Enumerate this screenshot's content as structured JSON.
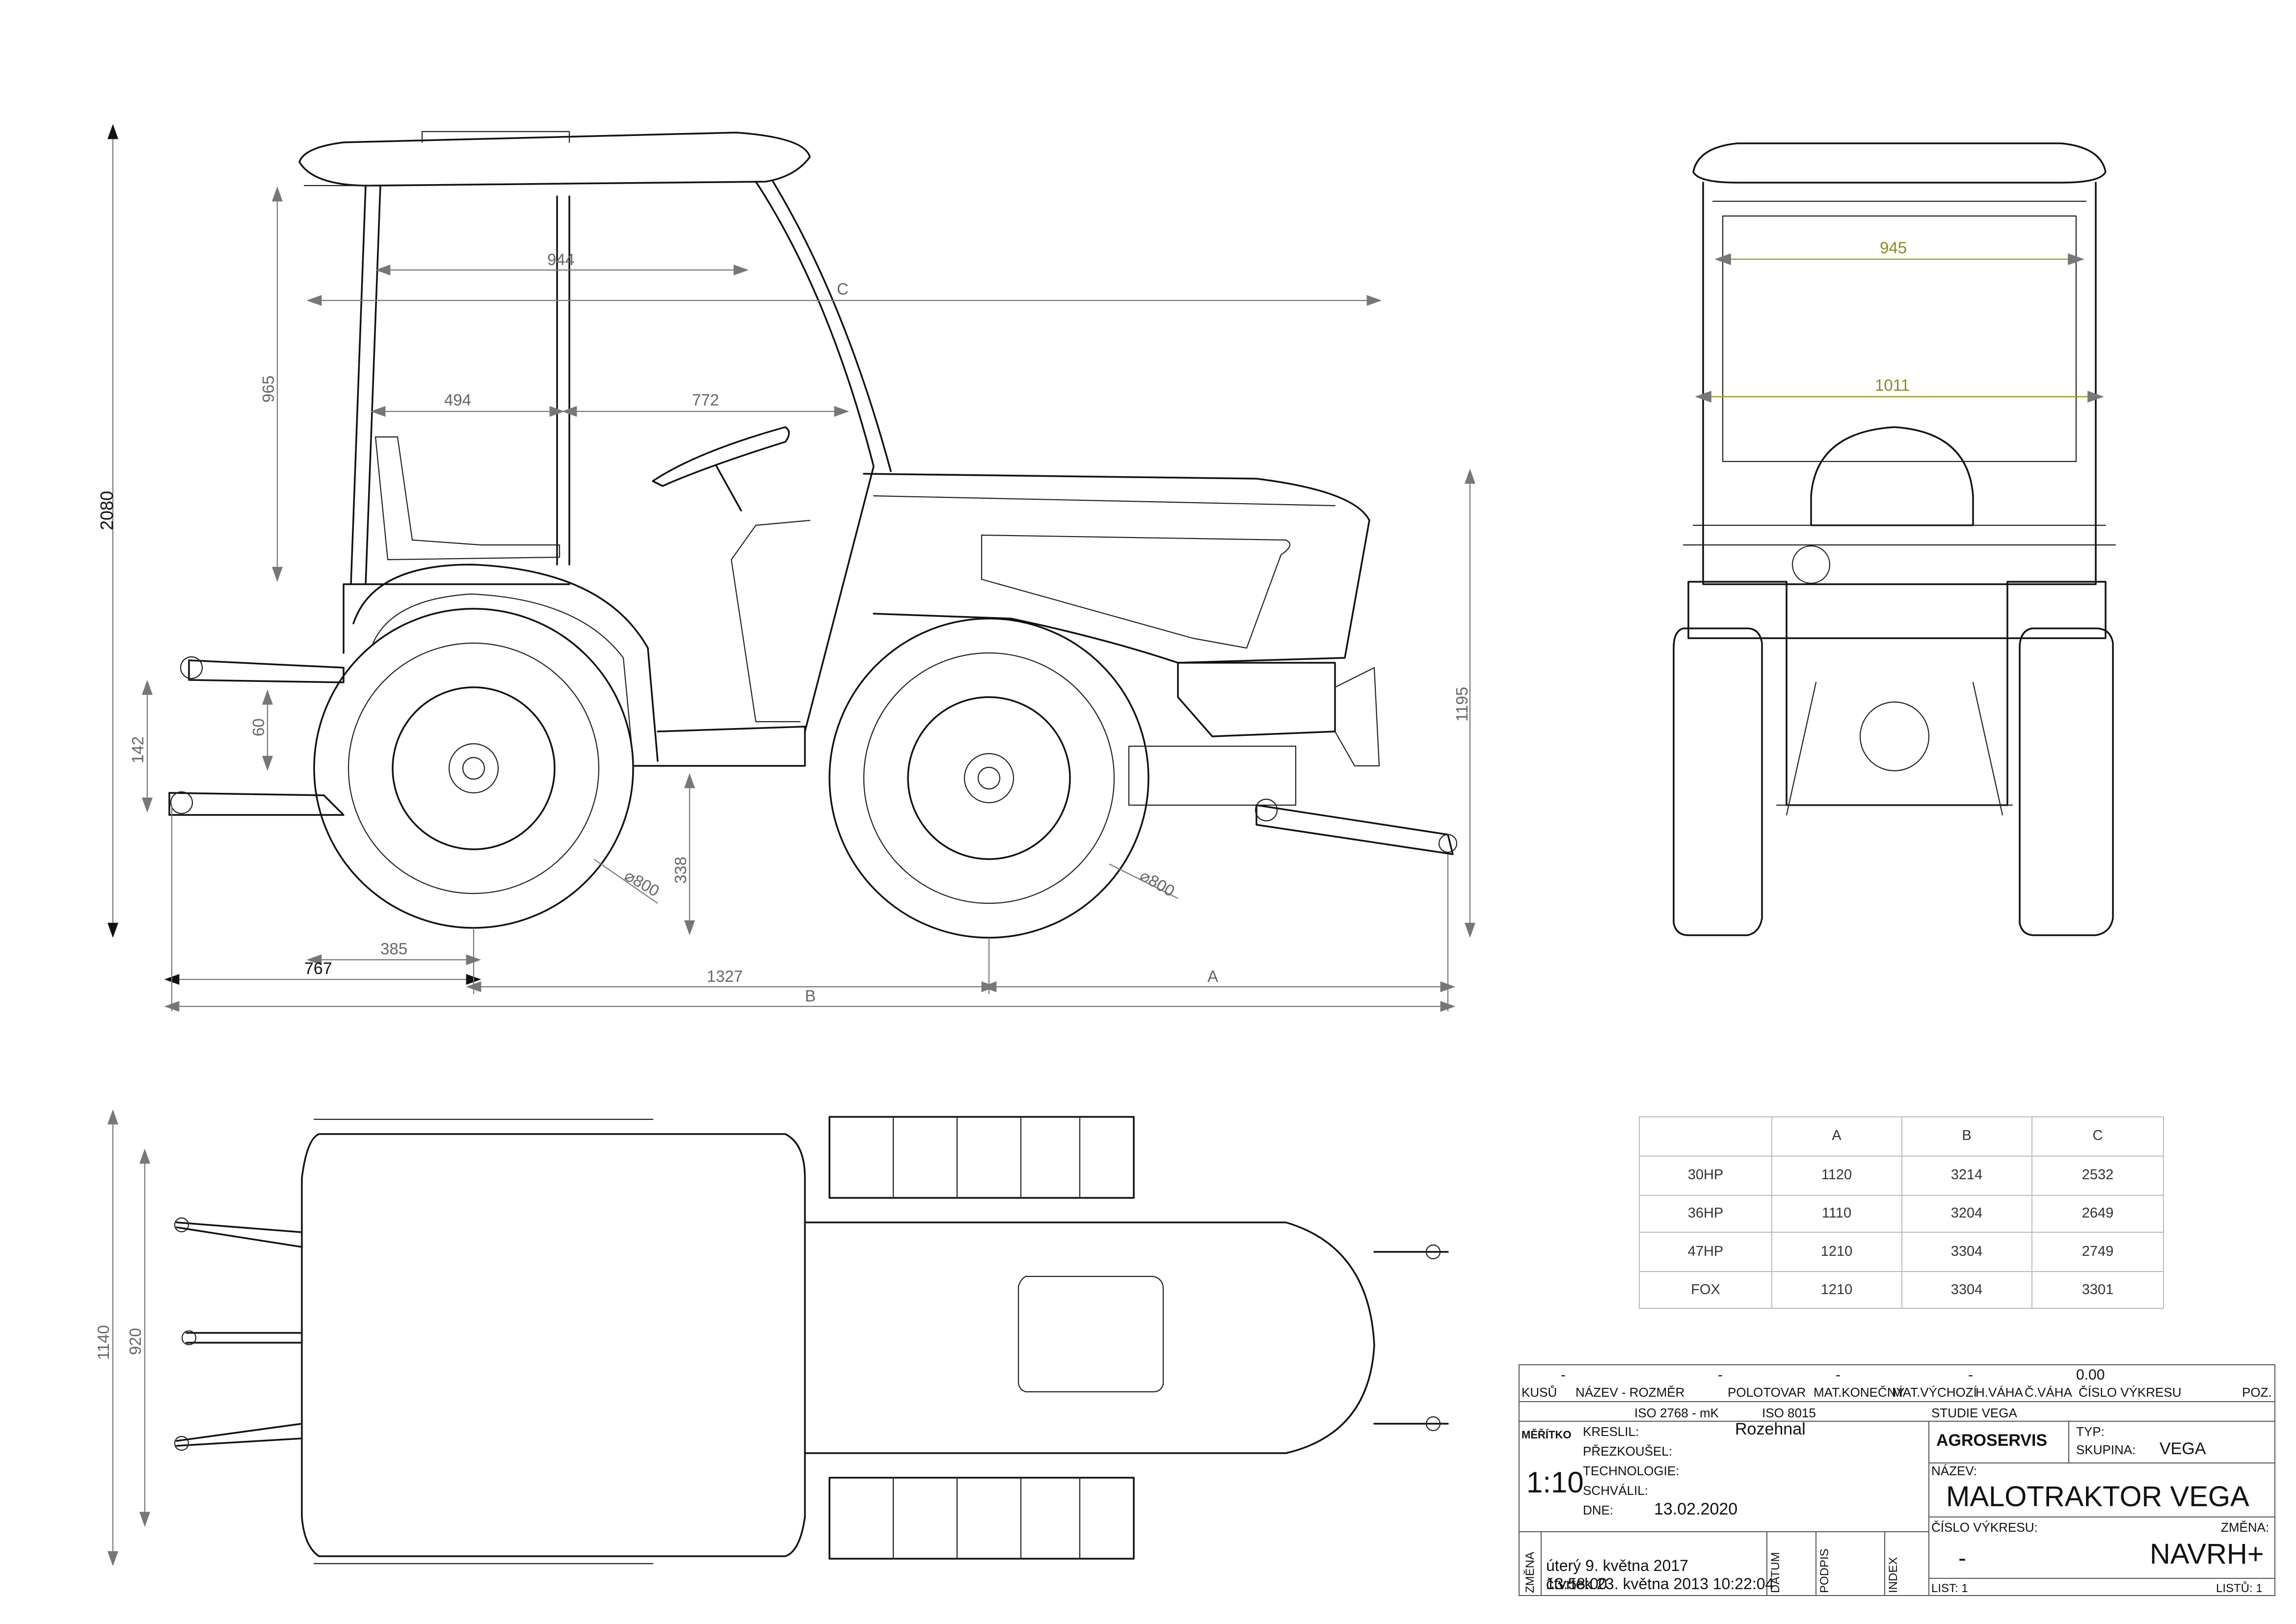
{
  "side_view": {
    "dims": {
      "overall_height": "2080",
      "cab_height": "965",
      "roof_width": "944",
      "c": "C",
      "seat": "494",
      "cab_front": "772",
      "hood_height": "1195",
      "hitch_60": "60",
      "hitch_142": "142",
      "wheel_338": "338",
      "rear_wheel_dia": "⌀800",
      "front_wheel_dia": "⌀800",
      "rear_385": "385",
      "rear_767": "767",
      "wheelbase": "1327",
      "a": "A",
      "b": "B"
    }
  },
  "rear_view": {
    "dims": {
      "upper_width": "945",
      "lower_width": "1011"
    }
  },
  "top_view": {
    "dims": {
      "outer": "1140",
      "inner": "920"
    }
  },
  "variants_table": {
    "headers": [
      "",
      "A",
      "B",
      "C"
    ],
    "rows": [
      [
        "30HP",
        "1120",
        "3214",
        "2532"
      ],
      [
        "36HP",
        "1110",
        "3204",
        "2649"
      ],
      [
        "47HP",
        "1210",
        "3304",
        "2749"
      ],
      [
        "FOX",
        "1210",
        "3304",
        "3301"
      ]
    ]
  },
  "title_block": {
    "dash1": "-",
    "dash2": "-",
    "dash3": "-",
    "dash4": "-",
    "weight_value": "0.00",
    "col_kusu": "KUSŮ",
    "col_nazev": "NÁZEV - ROZMĚR",
    "col_polotovar": "POLOTOVAR",
    "col_mat_konecny": "MAT.KONEČNÝ",
    "col_mat_vychozi": "MAT.VÝCHOZÍ",
    "col_h_vaha": "H.VÁHA",
    "col_c_vaha": "Č.VÁHA",
    "col_cislo_vykresu": "ČÍSLO VÝKRESU",
    "col_poz": "POZ.",
    "iso1": "ISO 2768 - mK",
    "iso2": "ISO 8015",
    "study": "STUDIE VEGA",
    "meritko_label": "MĚŘÍTKO",
    "scale": "1:10",
    "kreslil_label": "KRESLIL:",
    "kreslil_value": "Rozehnal",
    "prezkousel_label": "PŘEZKOUŠEL:",
    "technologie_label": "TECHNOLOGIE:",
    "schvalil_label": "SCHVÁLIL:",
    "dne_label": "DNE:",
    "date": "13.02.2020",
    "company": "AGROSERVIS",
    "typ_label": "TYP:",
    "skupina_label": "SKUPINA:",
    "skupina_value": "VEGA",
    "nazev_label": "NÁZEV:",
    "name": "MALOTRAKTOR VEGA",
    "cislo_label": "ČÍSLO VÝKRESU:",
    "cislo_value": "-",
    "zmena_label": "ZMĚNA:",
    "zmena_value": "NAVRH+",
    "zmena_side": "ZMĚNA",
    "datum_side": "DATUM",
    "podpis_side": "PODPIS",
    "index_side": "INDEX",
    "print_date1": "úterý 9. května 2017",
    "print_time": "13:58:00",
    "print_date2": "čtvrtek 23. května 2013 10:22:04",
    "list_label": "LIST: 1",
    "listu_label": "LISTŮ: 1"
  }
}
